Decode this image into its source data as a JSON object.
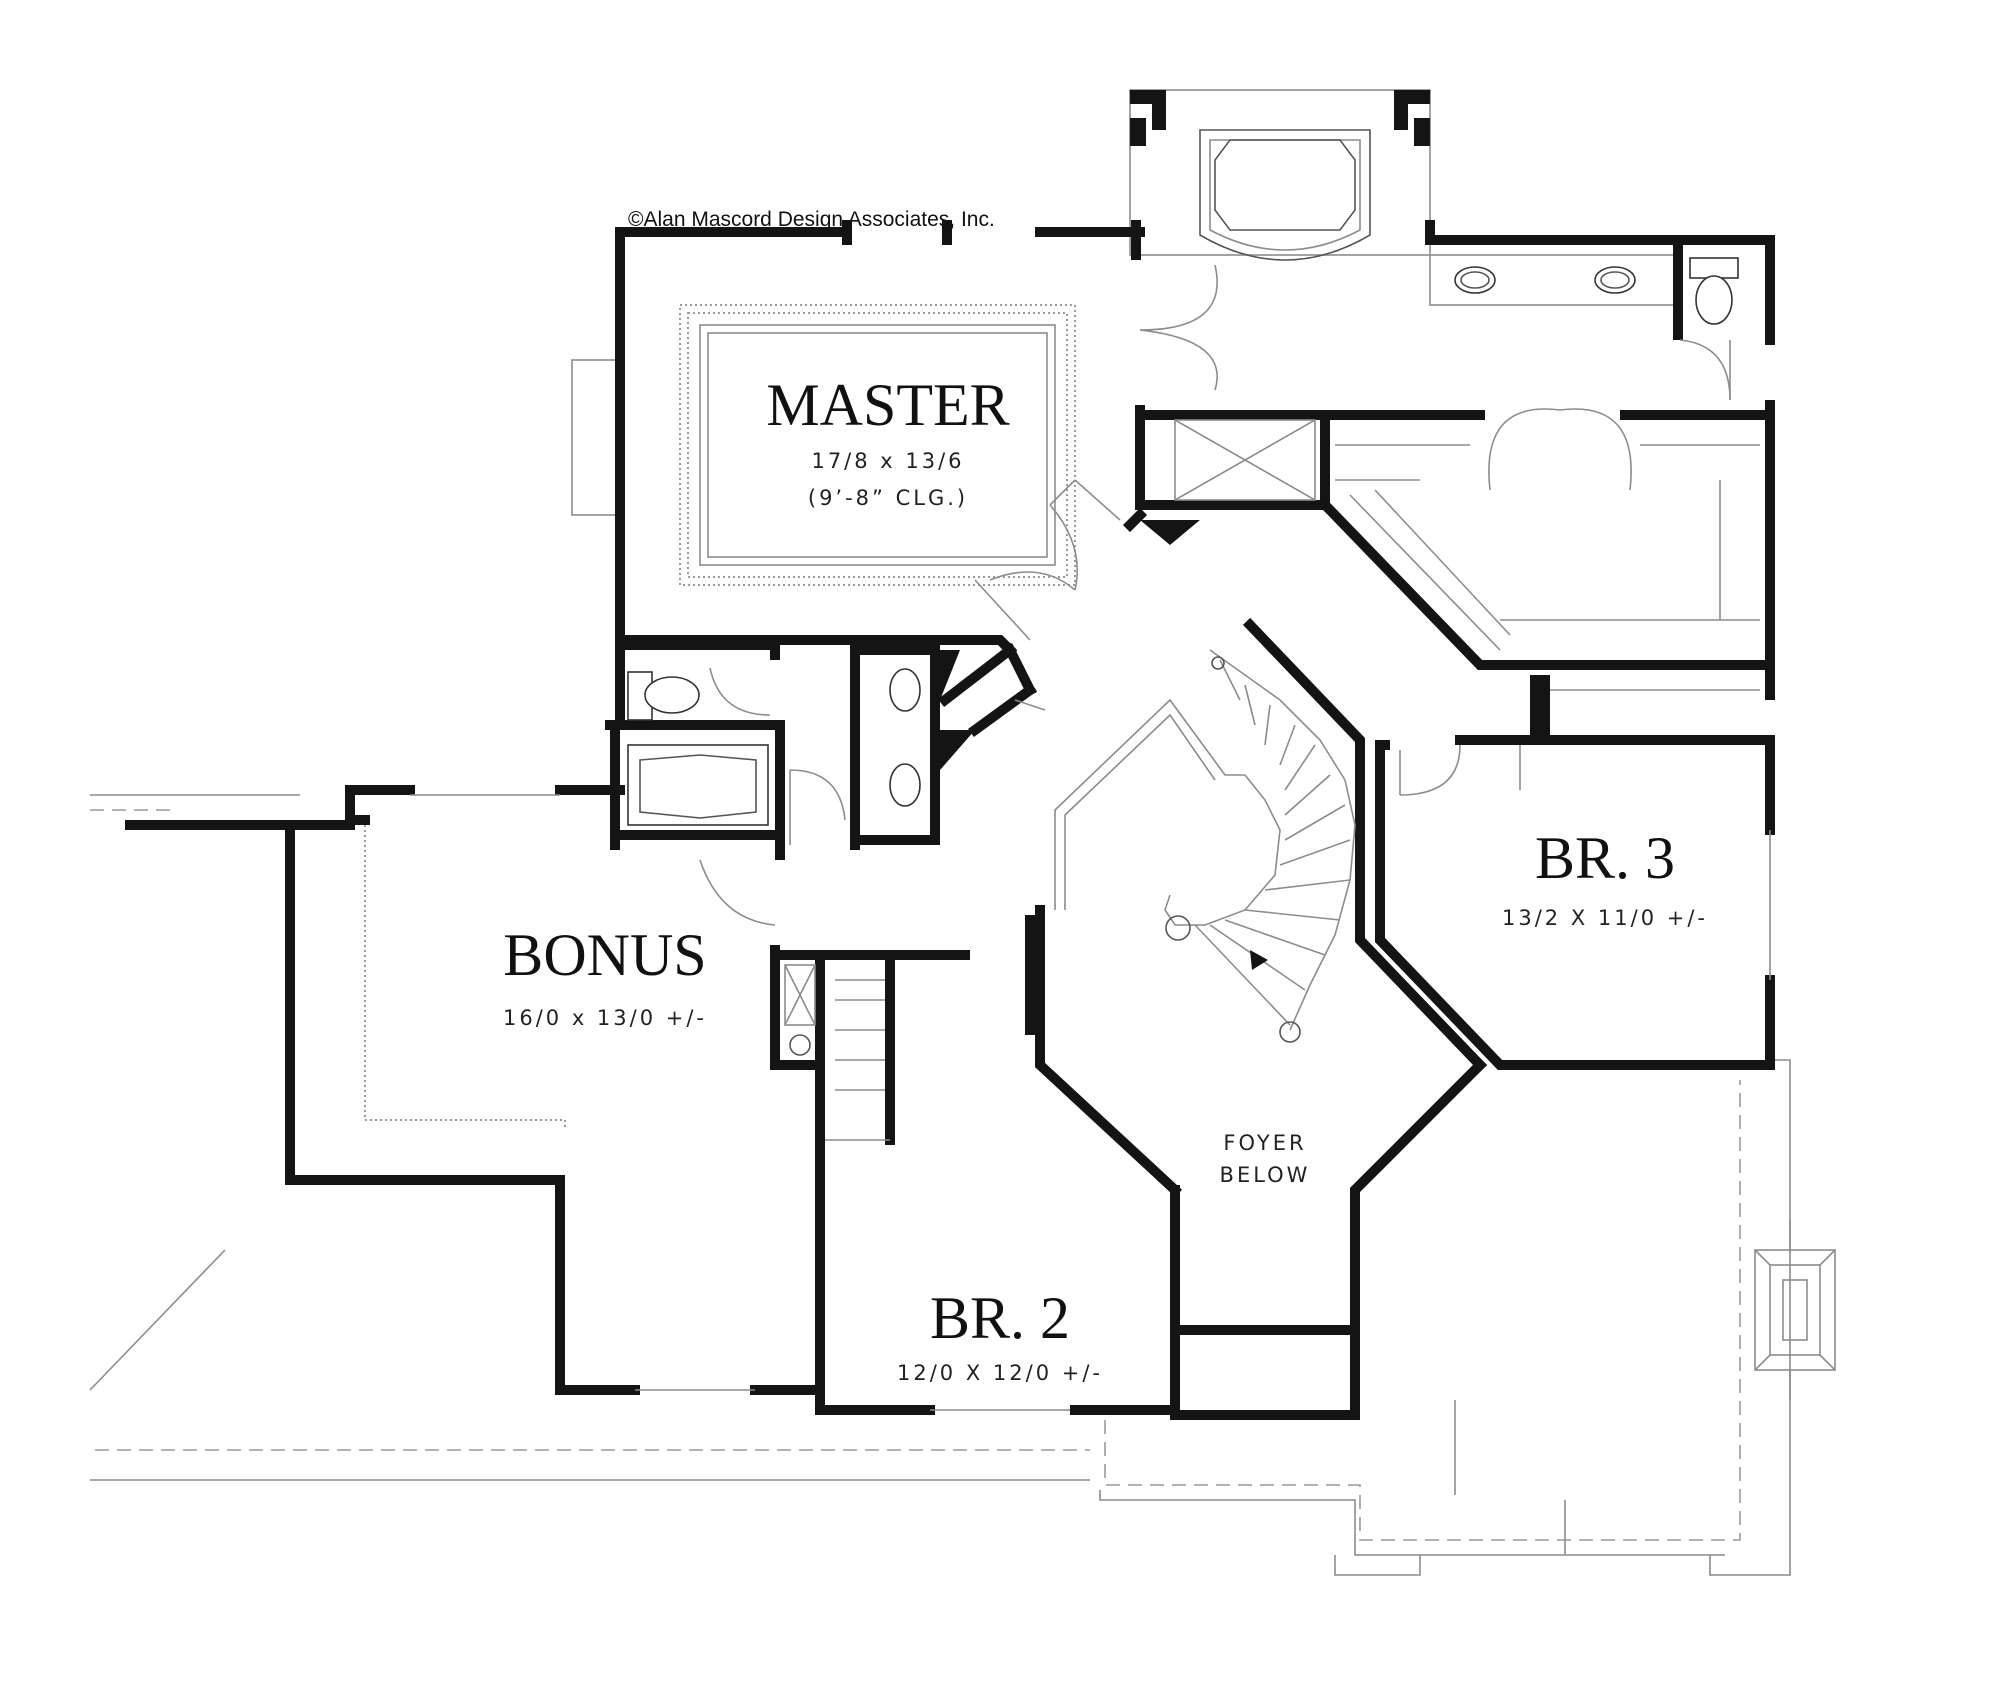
{
  "copyright": "©Alan Mascord Design Associates, Inc.",
  "rooms": {
    "master": {
      "name": "MASTER",
      "dims": "17/8  x  13/6",
      "ceiling": "(9’-8” CLG.)"
    },
    "bonus": {
      "name": "BONUS",
      "dims": "16/0  x  13/0  +/-"
    },
    "br2": {
      "name": "BR. 2",
      "dims": "12/0  X  12/0  +/-"
    },
    "br3": {
      "name": "BR. 3",
      "dims": "13/2  X  11/0  +/-"
    },
    "foyer": {
      "line1": "FOYER",
      "line2": "BELOW"
    }
  }
}
